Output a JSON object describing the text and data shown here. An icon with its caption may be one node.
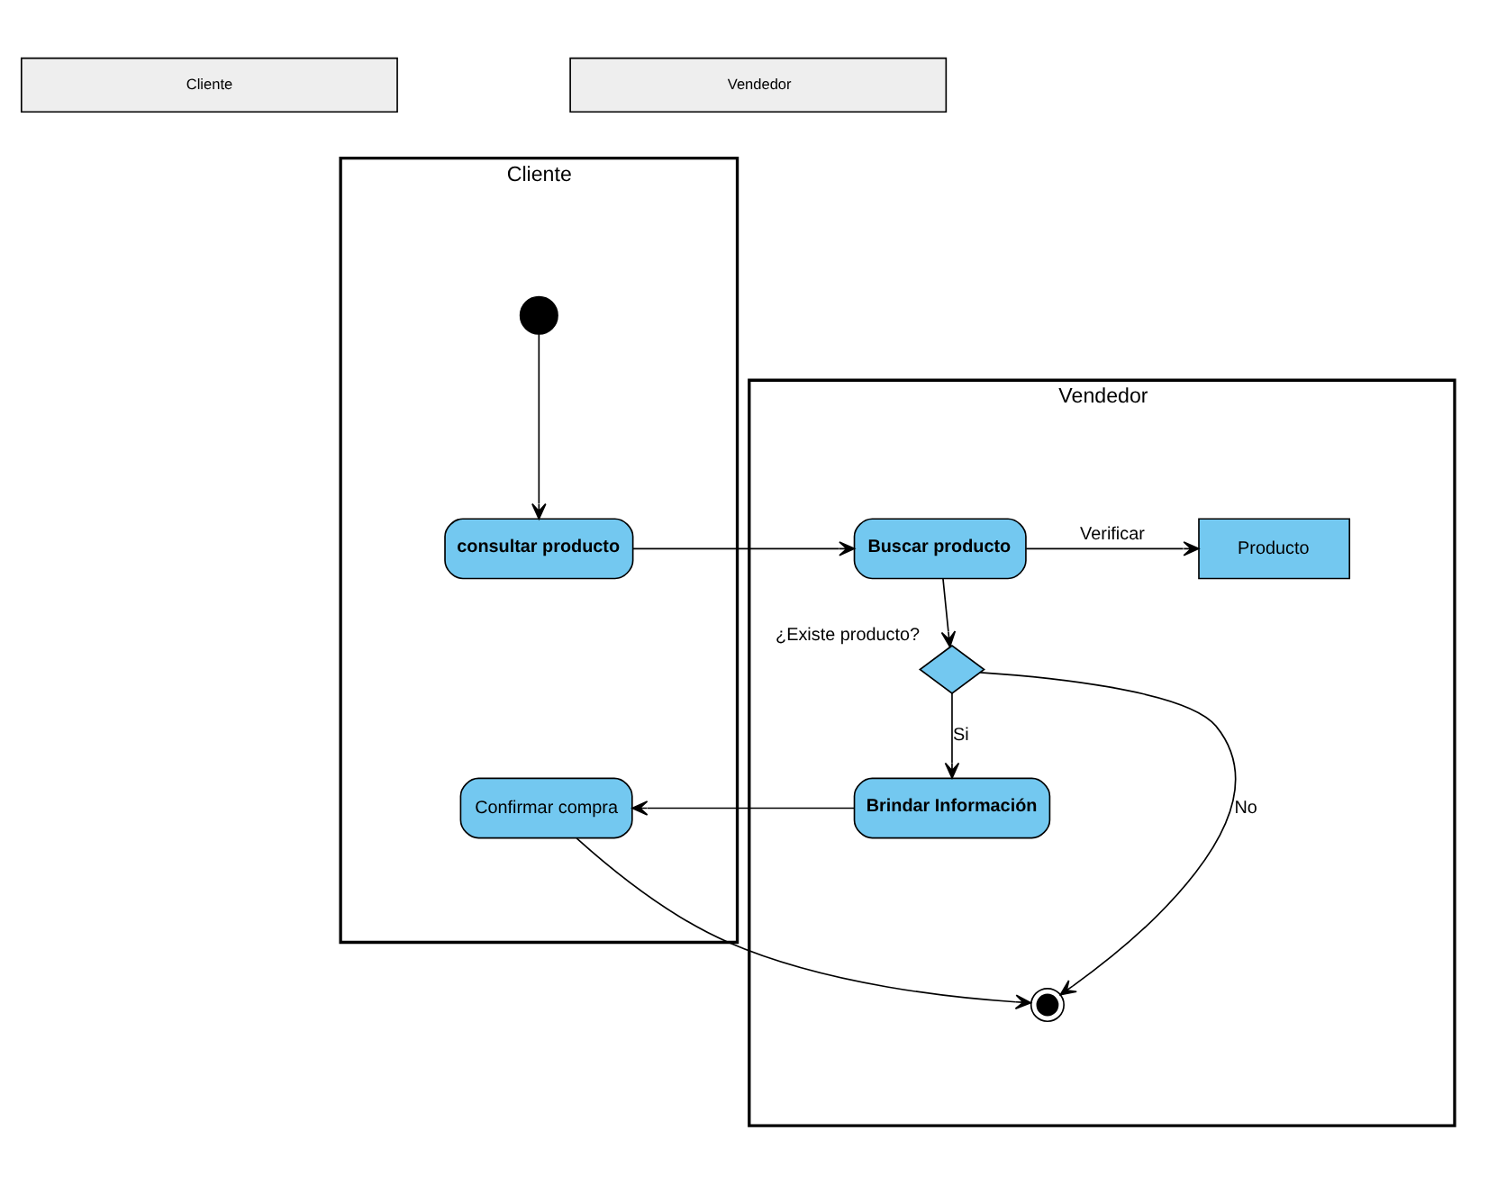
{
  "diagram": {
    "nodes": [
      {
        "text": [
          "Cliente"
        ]
      },
      {
        "text": [
          "Vendedor"
        ]
      },
      {
        "text": [
          "Cliente"
        ]
      },
      {
        "text": [
          "Vendedor"
        ]
      },
      {
        "text": [],
        "shape": "circle",
        "in": 2
      },
      {
        "text": [
          "consultar producto"
        ],
        "in": 2
      },
      {
        "text": [
          "Buscar producto"
        ],
        "in": 3
      },
      {
        "text": [
          "Producto"
        ],
        "in": 3
      },
      {
        "text": [],
        "shape": "diamond",
        "in": 3,
        "beside": [
          "¿Existe producto?"
        ]
      },
      {
        "text": [
          "Brindar Información"
        ],
        "in": 3
      },
      {
        "text": [
          "Confirmar compra"
        ],
        "in": 2
      },
      {
        "text": [],
        "shape": "circle",
        "in": 3
      }
    ],
    "edges": [
      {
        "from": 4,
        "to": 5,
        "arrow": "to"
      },
      {
        "from": 5,
        "to": 6,
        "arrow": "to"
      },
      {
        "from": 6,
        "to": 7,
        "arrow": "to",
        "label": "Verificar"
      },
      {
        "from": 6,
        "to": 8,
        "arrow": "to"
      },
      {
        "from": 8,
        "to": 9,
        "arrow": "to",
        "label": "Si"
      },
      {
        "from": 8,
        "to": 11,
        "arrow": "to",
        "label": "No"
      },
      {
        "from": 9,
        "to": 10,
        "arrow": "to"
      },
      {
        "from": 10,
        "to": 11,
        "arrow": "to"
      }
    ]
  }
}
